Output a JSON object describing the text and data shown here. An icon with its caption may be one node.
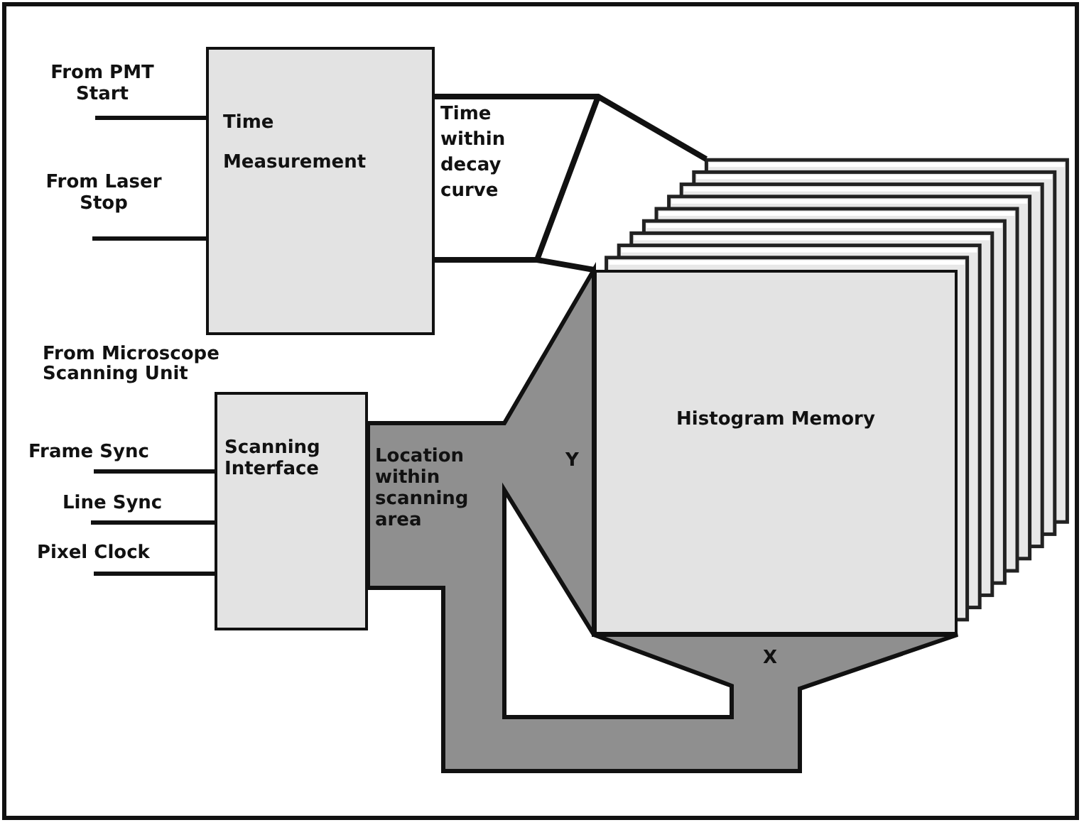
{
  "diagram": {
    "nodes": [
      {
        "text": [
          "Time Measurement"
        ]
      },
      {
        "text": [
          "From PMT Start"
        ]
      },
      {
        "text": [
          "From Laser Stop"
        ]
      },
      {
        "text": [
          "Histogram Memory"
        ]
      },
      {
        "text": [
          "Scanning Interface"
        ]
      },
      {
        "text": [
          "Frame Sync"
        ]
      },
      {
        "text": [
          "Line Sync"
        ]
      },
      {
        "text": [
          "Pixel Clock"
        ]
      }
    ],
    "edges": [
      {
        "from": 1,
        "to": 0,
        "arrow": "none"
      },
      {
        "from": 2,
        "to": 0,
        "arrow": "none"
      },
      {
        "from": 0,
        "to": 3,
        "arrow": "none",
        "label": "Time within decay curve"
      },
      {
        "from": 4,
        "to": 3,
        "arrow": "none"
      },
      {
        "from": 4,
        "to": 3,
        "arrow": "none"
      },
      {
        "from": 5,
        "to": 4,
        "arrow": "none"
      },
      {
        "from": 6,
        "to": 4,
        "arrow": "none"
      },
      {
        "from": 7,
        "to": 4,
        "arrow": "none"
      }
    ],
    "labels": [
      "From Microscope Scanning Unit",
      "Location within scanning area",
      "Y",
      "X"
    ]
  }
}
